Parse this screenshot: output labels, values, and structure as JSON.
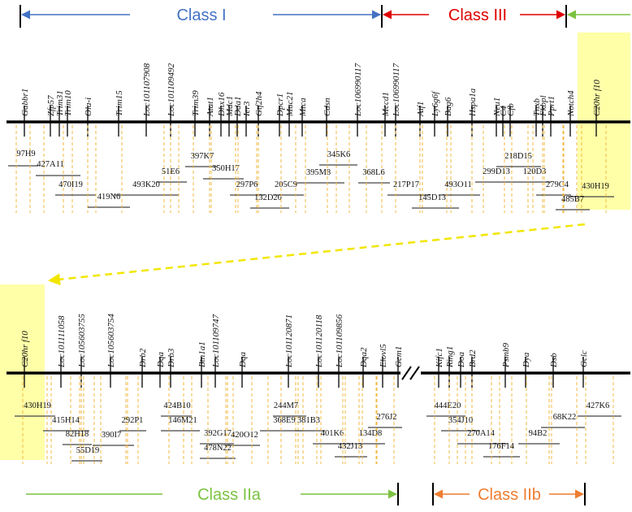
{
  "classes": [
    {
      "id": "class1",
      "label": "Class I",
      "color": "#4472C4"
    },
    {
      "id": "class3",
      "label": "Class III",
      "color": "#E00000"
    },
    {
      "id": "class2a",
      "label": "Class IIa",
      "color": "#7CC242"
    },
    {
      "id": "class2b",
      "label": "Class IIb",
      "color": "#ED7D31"
    }
  ],
  "colors": {
    "chromosome": "#000000",
    "gene_tick": "#000000",
    "clone_line": "#444444",
    "clone_guide": "#F2B840",
    "highlight": "#FFFF99",
    "continuation_arrow": "#F2E600"
  },
  "row1": {
    "genes": [
      "Gabbr1",
      "Zfp57",
      "Trim31",
      "Trim10",
      "Ola-i",
      "Trim15",
      "Loc101107908",
      "Loc101109492",
      "Trim39",
      "Atat1",
      "Dhx16",
      "Mdc1",
      "Dda1",
      "Ier3",
      "Gtf2h4",
      "Dpcr1",
      "Muc21",
      "Mtca",
      "Cdsn",
      "Loc106990117",
      "Mccd1",
      "Loc106990117",
      "Aif1",
      "Ly6g6f",
      "Bag6",
      "Hspa1a",
      "Neu1",
      "C4",
      "Cfb",
      "Tnxb",
      "Fkbpl",
      "Pprt1",
      "Notch4",
      "C20hr f10"
    ],
    "clones": [
      "97H9",
      "427A11",
      "470I19",
      "419N6",
      "493K20",
      "51E6",
      "397K7",
      "350H17",
      "297P6",
      "132D20",
      "205C9",
      "395M8",
      "345K6",
      "368L6",
      "217P17",
      "145D13",
      "493O11",
      "299D13",
      "218D15",
      "120D3",
      "279C4",
      "430H19",
      "485B7"
    ]
  },
  "row2": {
    "genes": [
      "C20hr f10",
      "Loc101111058",
      "Loc105603755",
      "Loc105603754",
      "Drb2",
      "Dqa",
      "Drb3",
      "Btn1a1",
      "Loc101109747",
      "Dqa",
      "Loc101120871",
      "Loc101120118",
      "Loc101109856",
      "Dqa2",
      "Elovl5",
      "Gcm1",
      "Kifc1",
      "Ring1",
      "Doa",
      "Brd2",
      "Psmb9",
      "Dya",
      "Dsb",
      "Gclc"
    ],
    "clones": [
      "430H19",
      "415H14",
      "82H18",
      "55D19",
      "390I7",
      "292P1",
      "424B10",
      "146M21",
      "392G17",
      "478N22",
      "420O12",
      "368E9",
      "244M7",
      "381B3",
      "401K6",
      "432J13",
      "134D8",
      "276J2",
      "444E20",
      "354J10",
      "270A14",
      "176F14",
      "94B2",
      "68K22",
      "427K6"
    ]
  }
}
